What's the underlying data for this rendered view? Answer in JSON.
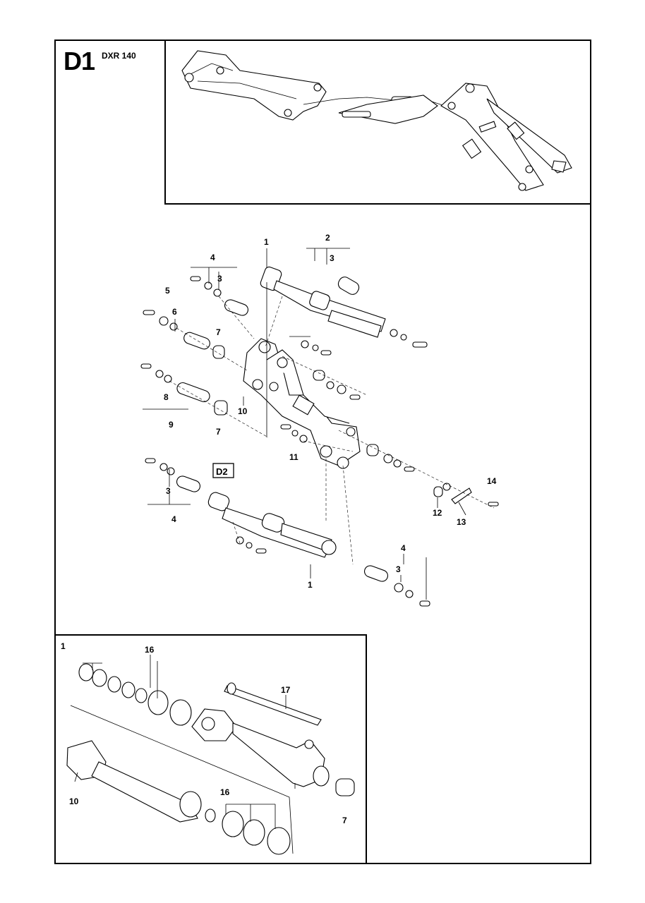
{
  "header": {
    "page_code": "D1",
    "model": "DXR 140"
  },
  "reference_box": "D2",
  "callouts": {
    "c1_top": "1",
    "c2": "2",
    "c3_a": "3",
    "c4_a": "4",
    "c3_b": "3",
    "c5": "5",
    "c6": "6",
    "c7_a": "7",
    "c8": "8",
    "c9": "9",
    "c7_b": "7",
    "c10_main": "10",
    "c11": "11",
    "c12": "12",
    "c13": "13",
    "c14": "14",
    "c3_c": "3",
    "c4_c": "4",
    "c1_bottom": "1",
    "c4_d": "4",
    "c3_d": "3"
  },
  "detail": {
    "c1": "1",
    "c16_a": "16",
    "c17": "17",
    "c10": "10",
    "c16_b": "16",
    "c7": "7"
  }
}
